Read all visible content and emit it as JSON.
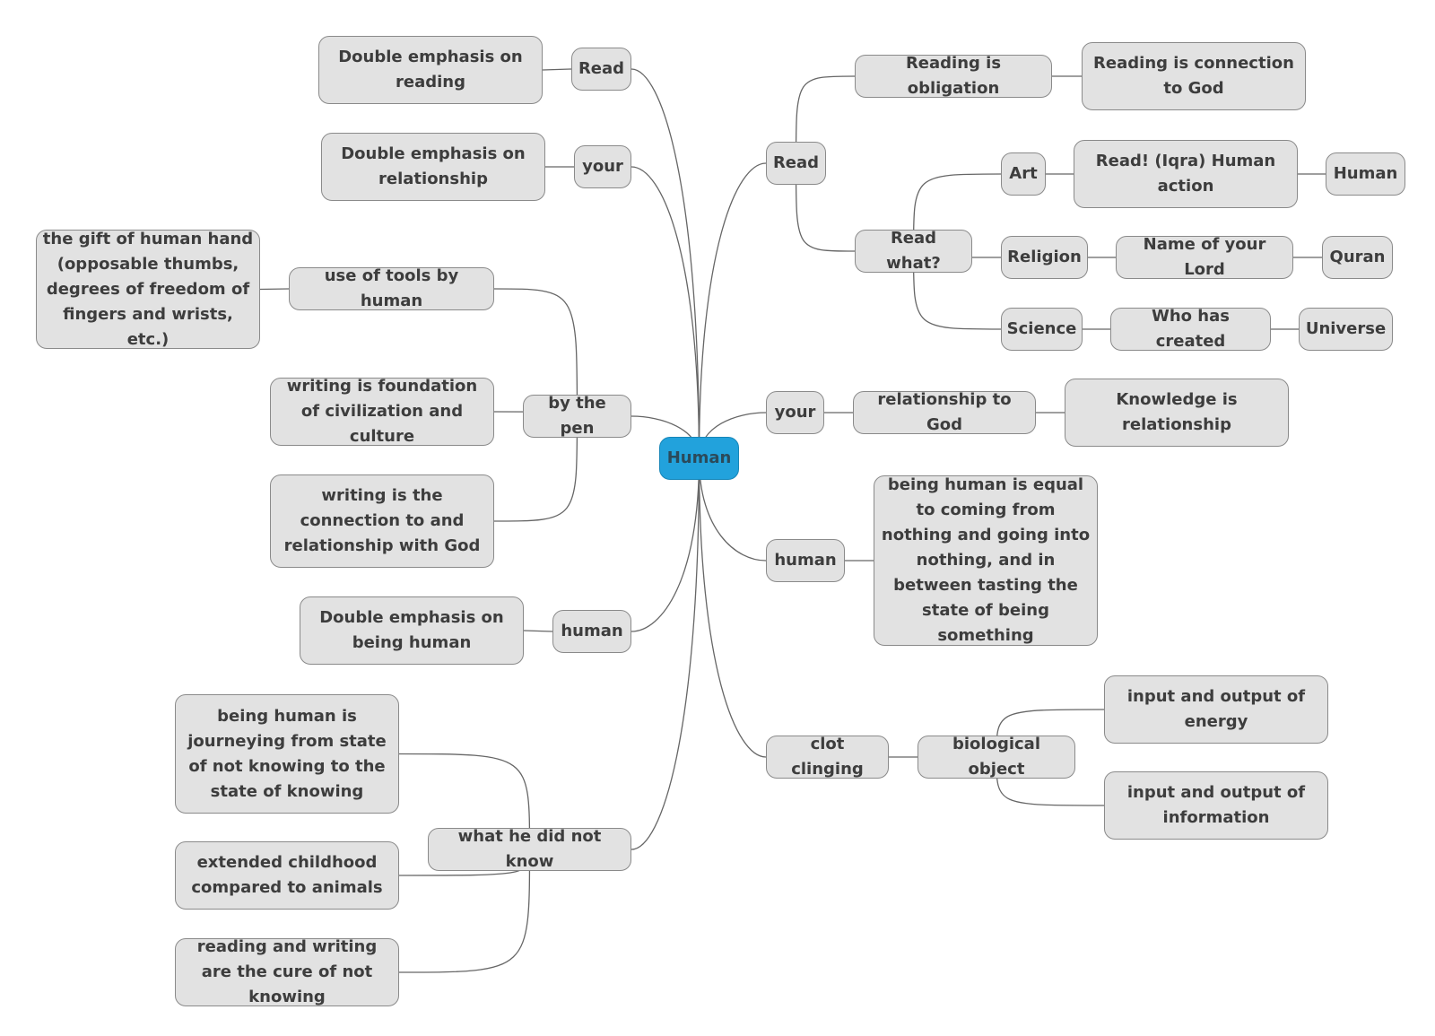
{
  "mindmap": {
    "root": "Human",
    "colors": {
      "root_fill": "#22a2dc",
      "node_fill": "#e2e2e2",
      "node_border": "#8a8a8a",
      "link": "#666666",
      "text": "#3d3d3d"
    },
    "right": {
      "read": {
        "label": "Read",
        "obligation": {
          "label": "Reading is obligation",
          "connection": "Reading is connection to God"
        },
        "read_what": {
          "label": "Read what?",
          "art": {
            "label": "Art",
            "action": "Read! (Iqra) Human action",
            "human": "Human"
          },
          "religion": {
            "label": "Religion",
            "lord": "Name of your Lord",
            "quran": "Quran"
          },
          "science": {
            "label": "Science",
            "created": "Who has created",
            "universe": "Universe"
          }
        }
      },
      "your": {
        "label": "your",
        "relationship": "relationship to God",
        "knowledge": "Knowledge is relationship"
      },
      "human": {
        "label": "human",
        "being": "being human is equal to coming from nothing and going into nothing, and in between tasting the state of being something"
      },
      "clot": {
        "label": "clot clinging",
        "bio": "biological object",
        "energy": "input and output of energy",
        "information": "input and output of information"
      }
    },
    "left": {
      "read": {
        "label": "Read",
        "emphasis": "Double emphasis on reading"
      },
      "your": {
        "label": "your",
        "emphasis": "Double emphasis on relationship"
      },
      "pen": {
        "label": "by the pen",
        "tools": "use of tools by human",
        "gift": "the gift of human hand (opposable thumbs, degrees of freedom of fingers and wrists, etc.)",
        "foundation": "writing is foundation of civilization and culture",
        "connection": "writing is the connection to and relationship with God"
      },
      "human": {
        "label": "human",
        "emphasis": "Double emphasis on being human"
      },
      "know": {
        "label": "what he did not know",
        "journey": "being human is journeying from state of not knowing to the state of knowing",
        "childhood": "extended childhood compared to animals",
        "cure": "reading and writing are the cure of not knowing"
      }
    }
  }
}
